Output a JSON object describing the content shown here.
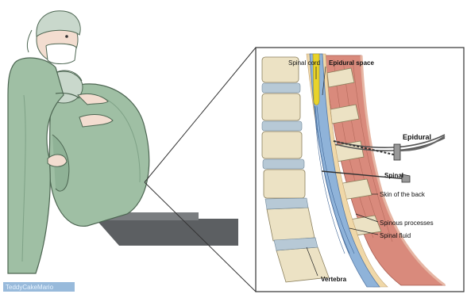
{
  "labels": {
    "spinal_cord": "Spinal cord",
    "epidural_space": "Epidural space",
    "epidural": "Epidural",
    "spinal": "Spinal",
    "skin_of_back": "Skin of the back",
    "spinous_processes": "Spinous processes",
    "spinal_fluid": "Spinal fluid",
    "vertebra": "Vertebra"
  },
  "watermark": "TeddyCakeMario",
  "colors": {
    "gown": "#9fbfa4",
    "gown_dark": "#7fa287",
    "cap": "#c9d8cc",
    "skin": "#f3ddd0",
    "bone": "#ece2c4",
    "disc": "#b7c9d6",
    "csf": "#8fb3d9",
    "cord": "#e8d32a",
    "epidural_fat": "#f0d8a8",
    "muscle": "#d98a7c",
    "bed": "#5c5f62",
    "frame": "#333333"
  }
}
